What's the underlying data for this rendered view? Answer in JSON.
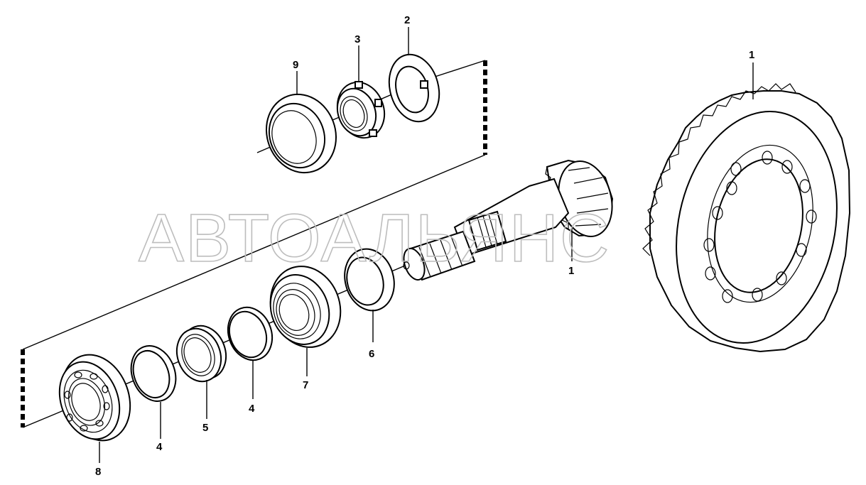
{
  "watermark": "АВТОАЛЬЯНС",
  "callouts": {
    "c1_gear": "1",
    "c1_pinion": "1",
    "c2": "2",
    "c3": "3",
    "c4_left": "4",
    "c4_right": "4",
    "c5": "5",
    "c6": "6",
    "c7": "7",
    "c8": "8",
    "c9": "9"
  },
  "colors": {
    "line": "#000000",
    "watermark": "#bdbdbd",
    "background": "#ffffff"
  }
}
